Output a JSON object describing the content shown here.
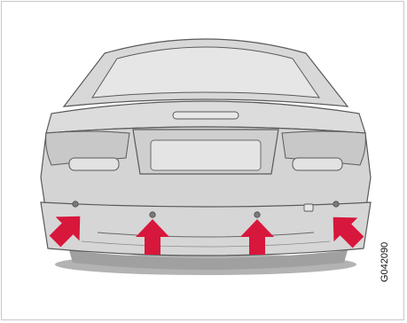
{
  "figure_code": "G042090",
  "colors": {
    "body_fill": "#d4d4d4",
    "body_light": "#e4e4e4",
    "outline": "#5a5a5a",
    "shadow": "#aaaaaa",
    "arrow": "#d8173c",
    "sensor": "#7a7a7a"
  },
  "sensors": [
    {
      "name": "parking-sensor-left-outer",
      "arrow_icon": "arrow-up-right-icon"
    },
    {
      "name": "parking-sensor-left-inner",
      "arrow_icon": "arrow-up-icon"
    },
    {
      "name": "parking-sensor-right-inner",
      "arrow_icon": "arrow-up-icon"
    },
    {
      "name": "parking-sensor-right-outer",
      "arrow_icon": "arrow-up-left-icon"
    }
  ]
}
